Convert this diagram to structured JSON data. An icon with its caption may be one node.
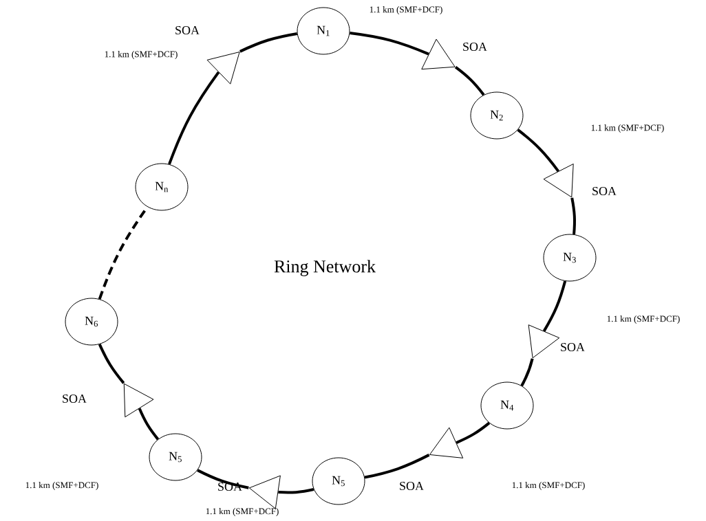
{
  "diagram": {
    "nodes": [
      {
        "text": [
          "N$_{1}$"
        ]
      },
      {
        "text": [],
        "shape": "triangle",
        "beside": [
          "SOA"
        ]
      },
      {
        "text": [
          "N$_{2}$"
        ]
      },
      {
        "text": [],
        "shape": "triangle",
        "beside": [
          "SOA"
        ]
      },
      {
        "text": [
          "N$_{3}$"
        ]
      },
      {
        "text": [],
        "shape": "triangle",
        "beside": [
          "SOA"
        ]
      },
      {
        "text": [
          "N$_{4}$"
        ]
      },
      {
        "text": [],
        "shape": "triangle",
        "beside": [
          "SOA"
        ]
      },
      {
        "text": [
          "N$_{5}$"
        ]
      },
      {
        "text": [],
        "shape": "triangle",
        "beside": [
          "SOA"
        ]
      },
      {
        "text": [
          "N$_{5}$"
        ]
      },
      {
        "text": [],
        "shape": "triangle",
        "beside": [
          "SOA"
        ]
      },
      {
        "text": [
          "N$_{6}$"
        ]
      },
      {
        "text": [
          "N$_{n}$"
        ]
      },
      {
        "text": [],
        "shape": "triangle",
        "beside": [
          "SOA"
        ]
      }
    ],
    "edges": [
      {
        "from": 0,
        "to": 1,
        "arrow": "none"
      },
      {
        "from": 1,
        "to": 2,
        "arrow": "none"
      },
      {
        "from": 2,
        "to": 3,
        "arrow": "none"
      },
      {
        "from": 3,
        "to": 4,
        "arrow": "none"
      },
      {
        "from": 4,
        "to": 5,
        "arrow": "none"
      },
      {
        "from": 5,
        "to": 6,
        "arrow": "none"
      },
      {
        "from": 6,
        "to": 7,
        "arrow": "none"
      },
      {
        "from": 7,
        "to": 8,
        "arrow": "none"
      },
      {
        "from": 8,
        "to": 9,
        "arrow": "none"
      },
      {
        "from": 9,
        "to": 10,
        "arrow": "none"
      },
      {
        "from": 10,
        "to": 11,
        "arrow": "none"
      },
      {
        "from": 11,
        "to": 12,
        "arrow": "none"
      },
      {
        "from": 12,
        "to": 13,
        "arrow": "none",
        "style": "dashed"
      },
      {
        "from": 13,
        "to": 14,
        "arrow": "none"
      },
      {
        "from": 14,
        "to": 0,
        "arrow": "none"
      }
    ],
    "labels": [
      "1.1 km (SMF+DCF)",
      "1.1 km (SMF+DCF)",
      "1.1 km (SMF+DCF)",
      "Ring Network",
      "1.1 km (SMF+DCF)",
      "1.1 km (SMF+DCF)",
      "1.1 km (SMF+DCF)",
      "1.1 km (SMF+DCF)"
    ]
  }
}
